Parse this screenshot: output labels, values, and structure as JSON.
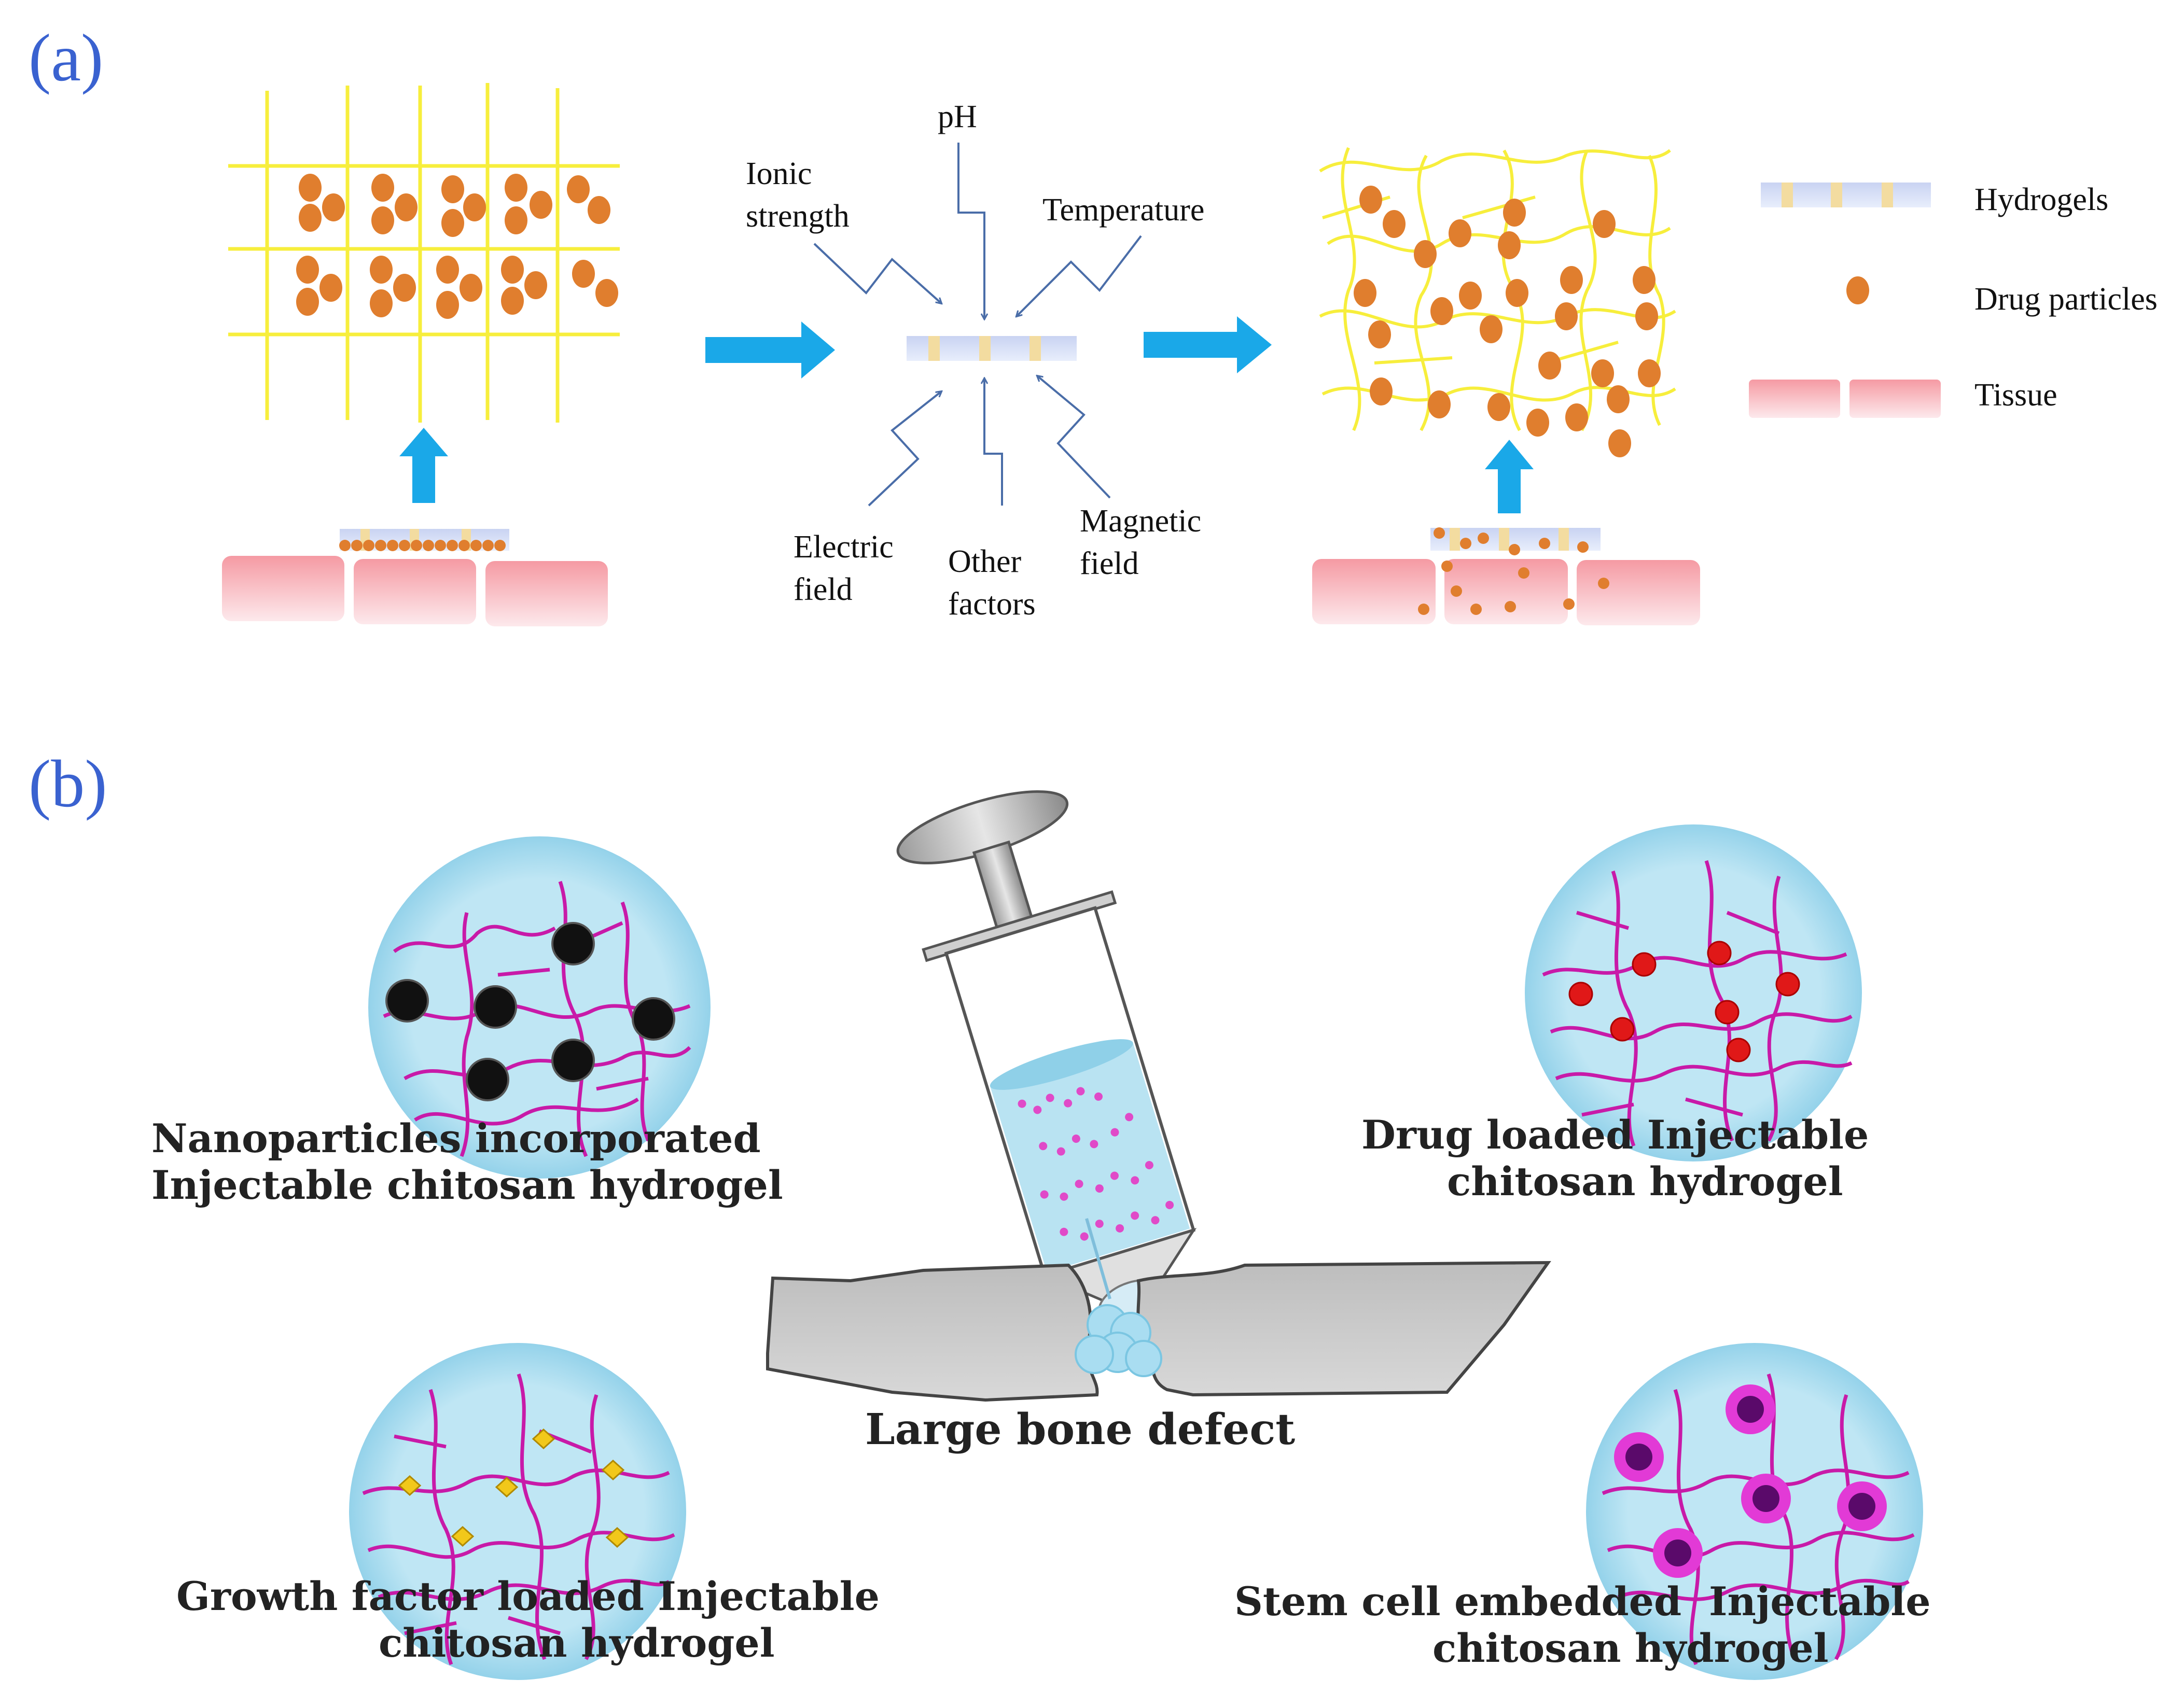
{
  "panel_a": {
    "label": "(a)",
    "stimuli": {
      "ph": "pH",
      "ionic_1": "Ionic",
      "ionic_2": "strength",
      "temperature": "Temperature",
      "electric_1": "Electric",
      "electric_2": "field",
      "other_1": "Other",
      "other_2": "factors",
      "magnetic_1": "Magnetic",
      "magnetic_2": "field"
    },
    "legend": {
      "hydrogels": "Hydrogels",
      "drug_particles": "Drug particles",
      "tissue": "Tissue"
    },
    "colors": {
      "label_blue": "#3a62d0",
      "grid_yellow": "#f7ee3c",
      "drug_orange": "#e07e2e",
      "arrow_blue": "#1aa8e8",
      "stimulus_arrow": "#4a6da8",
      "tissue_top": "#f7a8b0",
      "tissue_bottom": "#fde8ea"
    }
  },
  "panel_b": {
    "label": "(b)",
    "captions": {
      "nano_1": "Nanoparticles incorporated",
      "nano_2": "Injectable chitosan hydrogel",
      "drug_1": "Drug loaded Injectable",
      "drug_2": "chitosan hydrogel",
      "growth_1": "Growth factor loaded Injectable",
      "growth_2": "chitosan hydrogel",
      "stem_1": "Stem cell embedded  Injectable",
      "stem_2": "chitosan hydrogel",
      "bone": "Large bone defect"
    },
    "colors": {
      "circle_fill": "#b9e3f2",
      "network_magenta": "#c81aa8",
      "nanoparticle": "#111111",
      "drug_red": "#e01818",
      "growth_factor": "#f2c81a",
      "stem_cell_outer": "#e23ad6",
      "stem_cell_inner": "#5a0a6a",
      "bone_gray": "#c9c9c9"
    }
  }
}
